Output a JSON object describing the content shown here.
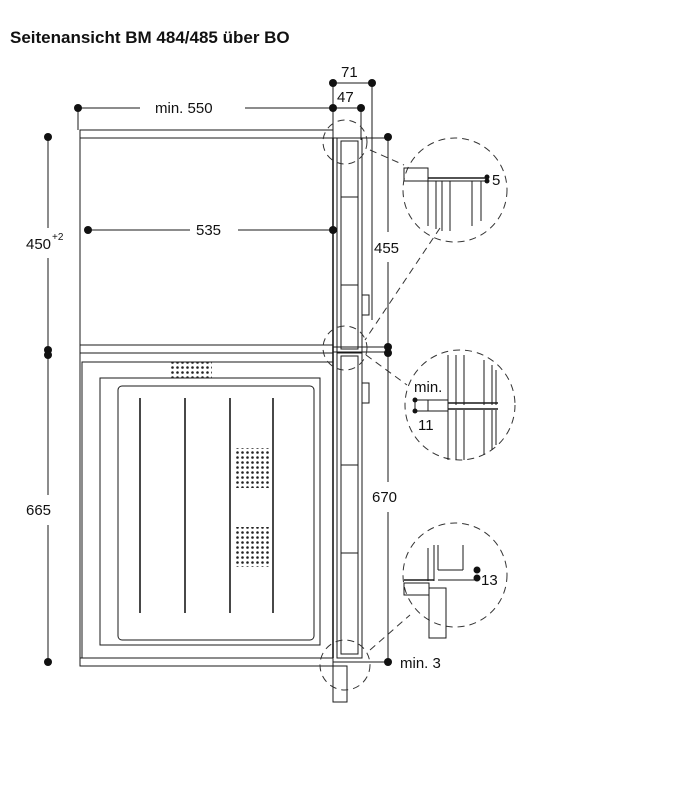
{
  "title": "Seitenansicht BM 484/485 über BO",
  "dimensions": {
    "d71": "71",
    "d47": "47",
    "min550": "min. 550",
    "d535": "535",
    "d450": "450",
    "d450_tol": "+2",
    "d455": "455",
    "d5": "5",
    "min_label": "min.",
    "d11": "11",
    "d670": "670",
    "d665": "665",
    "d13": "13",
    "min3": "min. 3"
  }
}
